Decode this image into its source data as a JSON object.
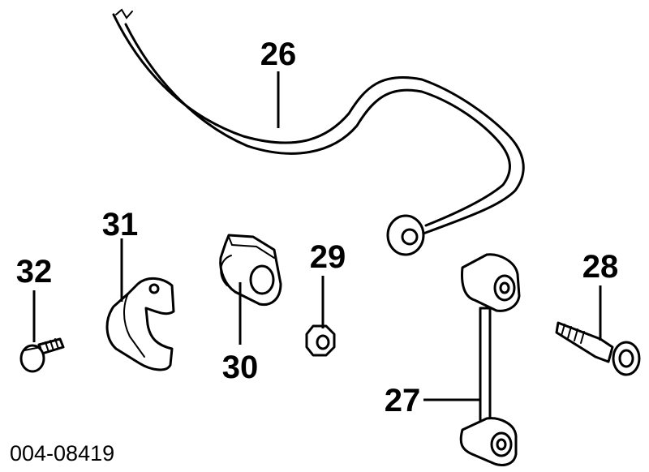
{
  "callouts": {
    "c26": "26",
    "c27": "27",
    "c28": "28",
    "c29": "29",
    "c30": "30",
    "c31": "31",
    "c32": "32"
  },
  "diagram_code": "004-08419"
}
